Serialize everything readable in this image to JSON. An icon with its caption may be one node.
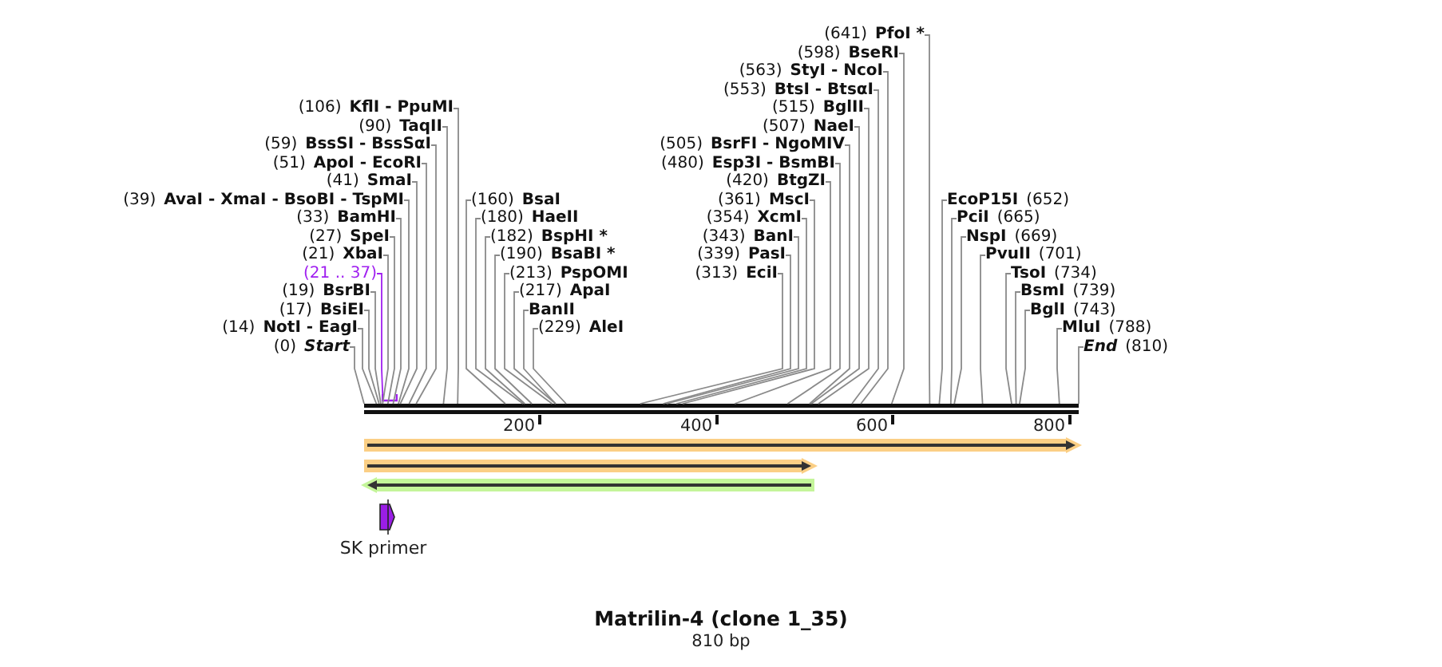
{
  "diagram": {
    "title": "Matrilin-4 (clone 1_35)",
    "caption": "810 bp",
    "nodes": [
      {
        "text": [
          "(106)",
          "KflI - PpuMI"
        ]
      },
      {
        "text": [
          "(90)",
          "TaqII"
        ]
      },
      {
        "text": [
          "(59)",
          "BssSI - BssSαI"
        ]
      },
      {
        "text": [
          "(51)",
          "ApoI - EcoRI"
        ]
      },
      {
        "text": [
          "(41)",
          "SmaI"
        ]
      },
      {
        "text": [
          "(39)",
          "AvaI - XmaI - BsoBI - TspMI"
        ]
      },
      {
        "text": [
          "(33)",
          "BamHI"
        ]
      },
      {
        "text": [
          "(27)",
          "SpeI"
        ]
      },
      {
        "text": [
          "(21)",
          "XbaI"
        ]
      },
      {
        "text": [
          "(21 .. 37)"
        ]
      },
      {
        "text": [
          "(19)",
          "BsrBI"
        ]
      },
      {
        "text": [
          "(17)",
          "BsiEI"
        ]
      },
      {
        "text": [
          "(14)",
          "NotI - EagI"
        ]
      },
      {
        "text": [
          "(0)",
          "Start"
        ]
      },
      {
        "text": [
          "(229)",
          "AleI"
        ]
      },
      {
        "text": [
          "(217)",
          "ApaI"
        ]
      },
      {
        "text": [
          "BanII"
        ]
      },
      {
        "text": [
          "(213)",
          "PspOMI"
        ]
      },
      {
        "text": [
          "(190)",
          "BsaBI *"
        ]
      },
      {
        "text": [
          "(182)",
          "BspHI *"
        ]
      },
      {
        "text": [
          "(180)",
          "HaeII"
        ]
      },
      {
        "text": [
          "(160)",
          "BsaI"
        ]
      },
      {
        "text": [
          "(361)",
          "MscI"
        ]
      },
      {
        "text": [
          "(354)",
          "XcmI"
        ]
      },
      {
        "text": [
          "(343)",
          "BanI"
        ]
      },
      {
        "text": [
          "(339)",
          "PasI"
        ]
      },
      {
        "text": [
          "(313)",
          "EciI"
        ]
      },
      {
        "text": [
          "(563)",
          "StyI - NcoI"
        ]
      },
      {
        "text": [
          "(553)",
          "BtsI - BtsαI"
        ]
      },
      {
        "text": [
          "(515)",
          "BglII"
        ]
      },
      {
        "text": [
          "(507)",
          "NaeI"
        ]
      },
      {
        "text": [
          "(505)",
          "BsrFI - NgoMIV"
        ]
      },
      {
        "text": [
          "(480)",
          "Esp3I - BsmBI"
        ]
      },
      {
        "text": [
          "(420)",
          "BtgZI"
        ]
      },
      {
        "text": [
          "(641)",
          "PfoI *"
        ]
      },
      {
        "text": [
          "(598)",
          "BseRI"
        ]
      },
      {
        "text": [
          "EcoP15I",
          "(652)"
        ]
      },
      {
        "text": [
          "PciI",
          "(665)"
        ]
      },
      {
        "text": [
          "NspI",
          "(669)"
        ]
      },
      {
        "text": [
          "PvuII",
          "(701)"
        ]
      },
      {
        "text": [
          "TsoI",
          "(734)"
        ]
      },
      {
        "text": [
          "BsmI",
          "(739)"
        ]
      },
      {
        "text": [
          "BglI",
          "(743)"
        ]
      },
      {
        "text": [
          "MluI",
          "(788)"
        ]
      },
      {
        "text": [
          "End",
          "(810)"
        ]
      },
      {
        "text": [
          "SK primer"
        ]
      },
      {
        "text": [],
        "shape": "bar"
      },
      {
        "text": [],
        "shape": "bracket"
      }
    ],
    "edges": [
      {
        "from": 0,
        "to": 46,
        "arrow": "none"
      },
      {
        "from": 1,
        "to": 46,
        "arrow": "none"
      },
      {
        "from": 2,
        "to": 46,
        "arrow": "none"
      },
      {
        "from": 3,
        "to": 46,
        "arrow": "none"
      },
      {
        "from": 4,
        "to": 46,
        "arrow": "none"
      },
      {
        "from": 5,
        "to": 46,
        "arrow": "none"
      },
      {
        "from": 6,
        "to": 46,
        "arrow": "none"
      },
      {
        "from": 7,
        "to": 46,
        "arrow": "none"
      },
      {
        "from": 8,
        "to": 46,
        "arrow": "none"
      },
      {
        "from": 9,
        "to": 47,
        "arrow": "none",
        "color": "#a020f0"
      },
      {
        "from": 10,
        "to": 46,
        "arrow": "none"
      },
      {
        "from": 11,
        "to": 46,
        "arrow": "none"
      },
      {
        "from": 12,
        "to": 46,
        "arrow": "none"
      },
      {
        "from": 13,
        "to": 46,
        "arrow": "none"
      },
      {
        "from": 14,
        "to": 46,
        "arrow": "none"
      },
      {
        "from": 15,
        "to": 46,
        "arrow": "none"
      },
      {
        "from": 16,
        "to": 46,
        "arrow": "none"
      },
      {
        "from": 17,
        "to": 46,
        "arrow": "none"
      },
      {
        "from": 18,
        "to": 46,
        "arrow": "none"
      },
      {
        "from": 19,
        "to": 46,
        "arrow": "none"
      },
      {
        "from": 20,
        "to": 46,
        "arrow": "none"
      },
      {
        "from": 21,
        "to": 46,
        "arrow": "none"
      },
      {
        "from": 22,
        "to": 46,
        "arrow": "none"
      },
      {
        "from": 23,
        "to": 46,
        "arrow": "none"
      },
      {
        "from": 24,
        "to": 46,
        "arrow": "none"
      },
      {
        "from": 25,
        "to": 46,
        "arrow": "none"
      },
      {
        "from": 26,
        "to": 46,
        "arrow": "none"
      },
      {
        "from": 27,
        "to": 46,
        "arrow": "none"
      },
      {
        "from": 28,
        "to": 46,
        "arrow": "none"
      },
      {
        "from": 29,
        "to": 46,
        "arrow": "none"
      },
      {
        "from": 30,
        "to": 46,
        "arrow": "none"
      },
      {
        "from": 31,
        "to": 46,
        "arrow": "none"
      },
      {
        "from": 32,
        "to": 46,
        "arrow": "none"
      },
      {
        "from": 33,
        "to": 46,
        "arrow": "none"
      },
      {
        "from": 34,
        "to": 46,
        "arrow": "none"
      },
      {
        "from": 35,
        "to": 46,
        "arrow": "none"
      },
      {
        "from": 36,
        "to": 46,
        "arrow": "none"
      },
      {
        "from": 37,
        "to": 46,
        "arrow": "none"
      },
      {
        "from": 38,
        "to": 46,
        "arrow": "none"
      },
      {
        "from": 39,
        "to": 46,
        "arrow": "none"
      },
      {
        "from": 40,
        "to": 46,
        "arrow": "none"
      },
      {
        "from": 41,
        "to": 46,
        "arrow": "none"
      },
      {
        "from": 42,
        "to": 46,
        "arrow": "none"
      },
      {
        "from": 43,
        "to": 46,
        "arrow": "none"
      },
      {
        "from": 44,
        "to": 46,
        "arrow": "none"
      }
    ],
    "labels": [
      "200",
      "400",
      "600",
      "800"
    ]
  }
}
